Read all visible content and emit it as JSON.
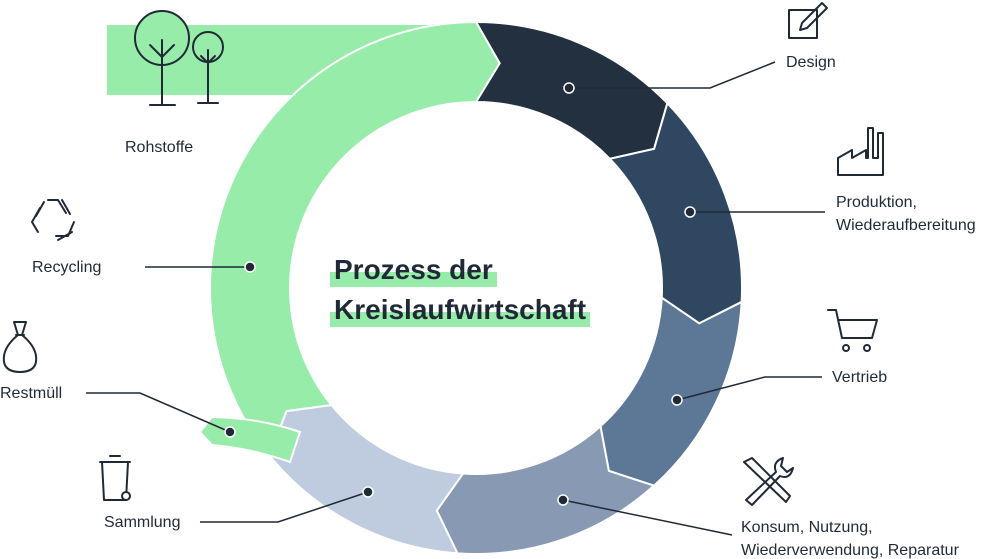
{
  "title": {
    "line1": "Prozess der",
    "line2": "Kreislaufwirtschaft"
  },
  "labels": {
    "design": "Design",
    "produktion_1": "Produktion,",
    "produktion_2": "Wiederaufbereitung",
    "vertrieb": "Vertrieb",
    "konsum_1": "Konsum, Nutzung,",
    "konsum_2": "Wiederverwendung, Reparatur",
    "sammlung": "Sammlung",
    "restmuell": "Restmüll",
    "recycling": "Recycling",
    "rohstoffe": "Rohstoffe"
  },
  "colors": {
    "design": "#22303f",
    "produktion": "#304762",
    "vertrieb": "#5d7797",
    "konsum": "#8799b3",
    "sammlung": "#bfcbde",
    "green": "#97ecaa",
    "ink": "#1f2a36"
  },
  "icons": [
    "pencil-icon",
    "factory-icon",
    "shopping-cart-icon",
    "tools-icon",
    "trash-bin-icon",
    "garbage-bag-icon",
    "recycling-icon",
    "trees-icon"
  ]
}
